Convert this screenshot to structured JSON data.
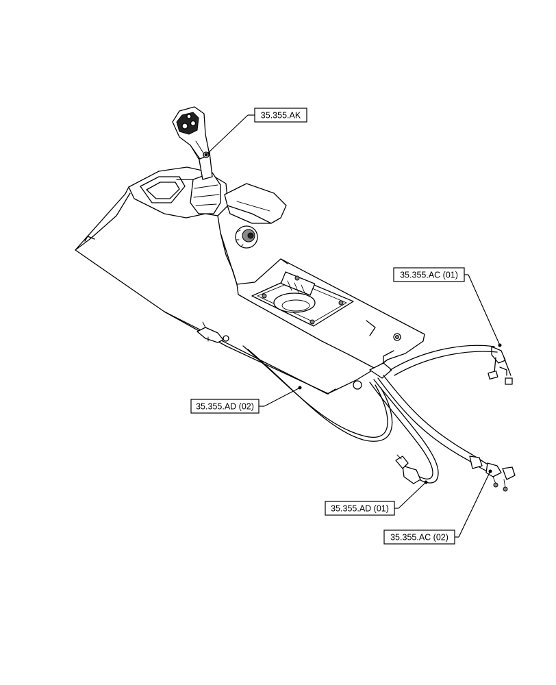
{
  "callouts": {
    "ak": "35.355.AK",
    "ac01": "35.355.AC (01)",
    "ad02": "35.355.AD (02)",
    "ad01": "35.355.AD (01)",
    "ac02": "35.355.AC (02)"
  }
}
